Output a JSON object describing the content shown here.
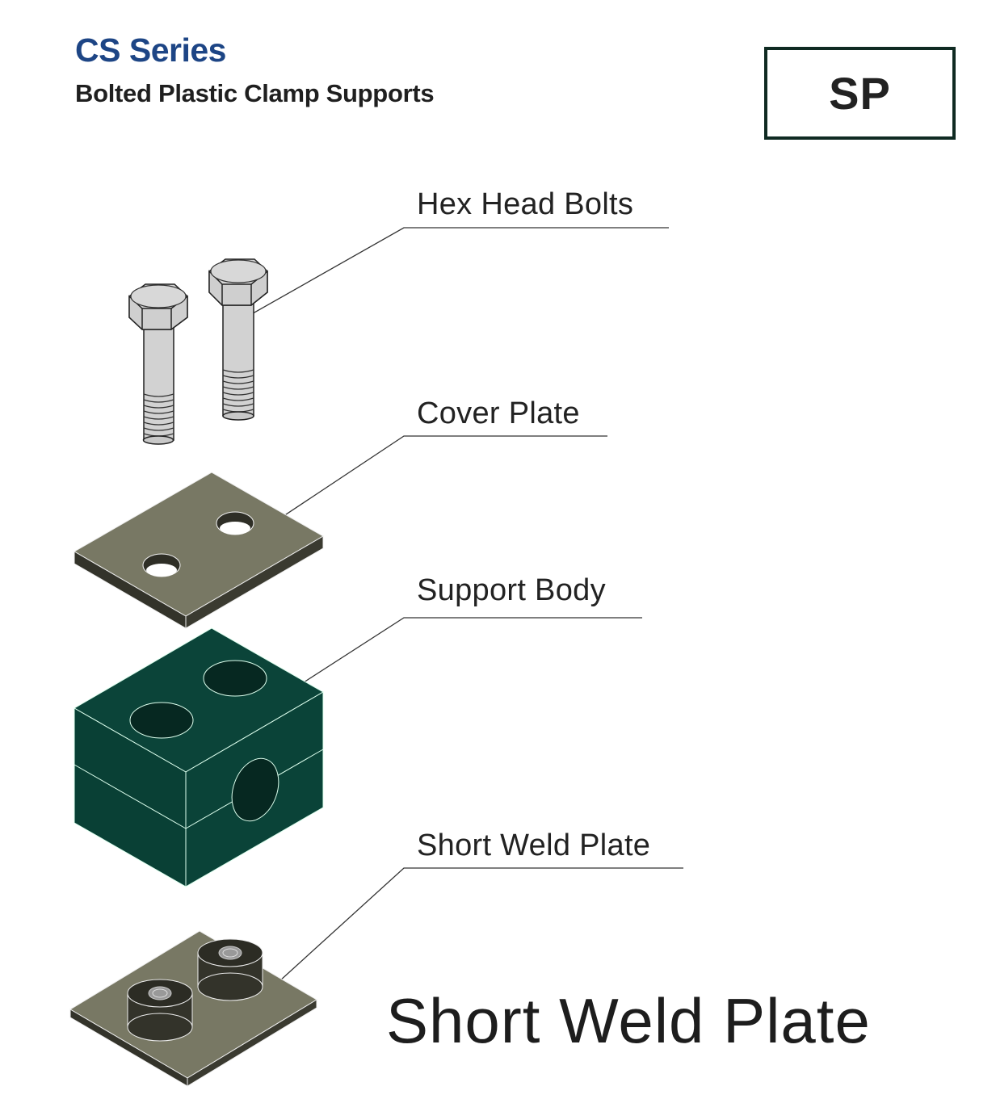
{
  "header": {
    "series_title": "CS Series",
    "subtitle": "Bolted Plastic Clamp Supports",
    "code_badge": "SP"
  },
  "colors": {
    "title_blue": "#1d4585",
    "support_body_green": "#0a4238",
    "plate_gray": "#7a7a66",
    "bolt_gray": "#d4d4d4",
    "badge_border": "#0f2a22"
  },
  "components": [
    {
      "id": "hex-head-bolts",
      "label": "Hex Head Bolts",
      "icon": "hex-bolt-icon"
    },
    {
      "id": "cover-plate",
      "label": "Cover Plate",
      "icon": "cover-plate-icon"
    },
    {
      "id": "support-body",
      "label": "Support Body",
      "icon": "support-body-icon"
    },
    {
      "id": "short-weld-plate",
      "label": "Short Weld Plate",
      "icon": "weld-plate-icon"
    }
  ],
  "caption": "Short Weld Plate"
}
